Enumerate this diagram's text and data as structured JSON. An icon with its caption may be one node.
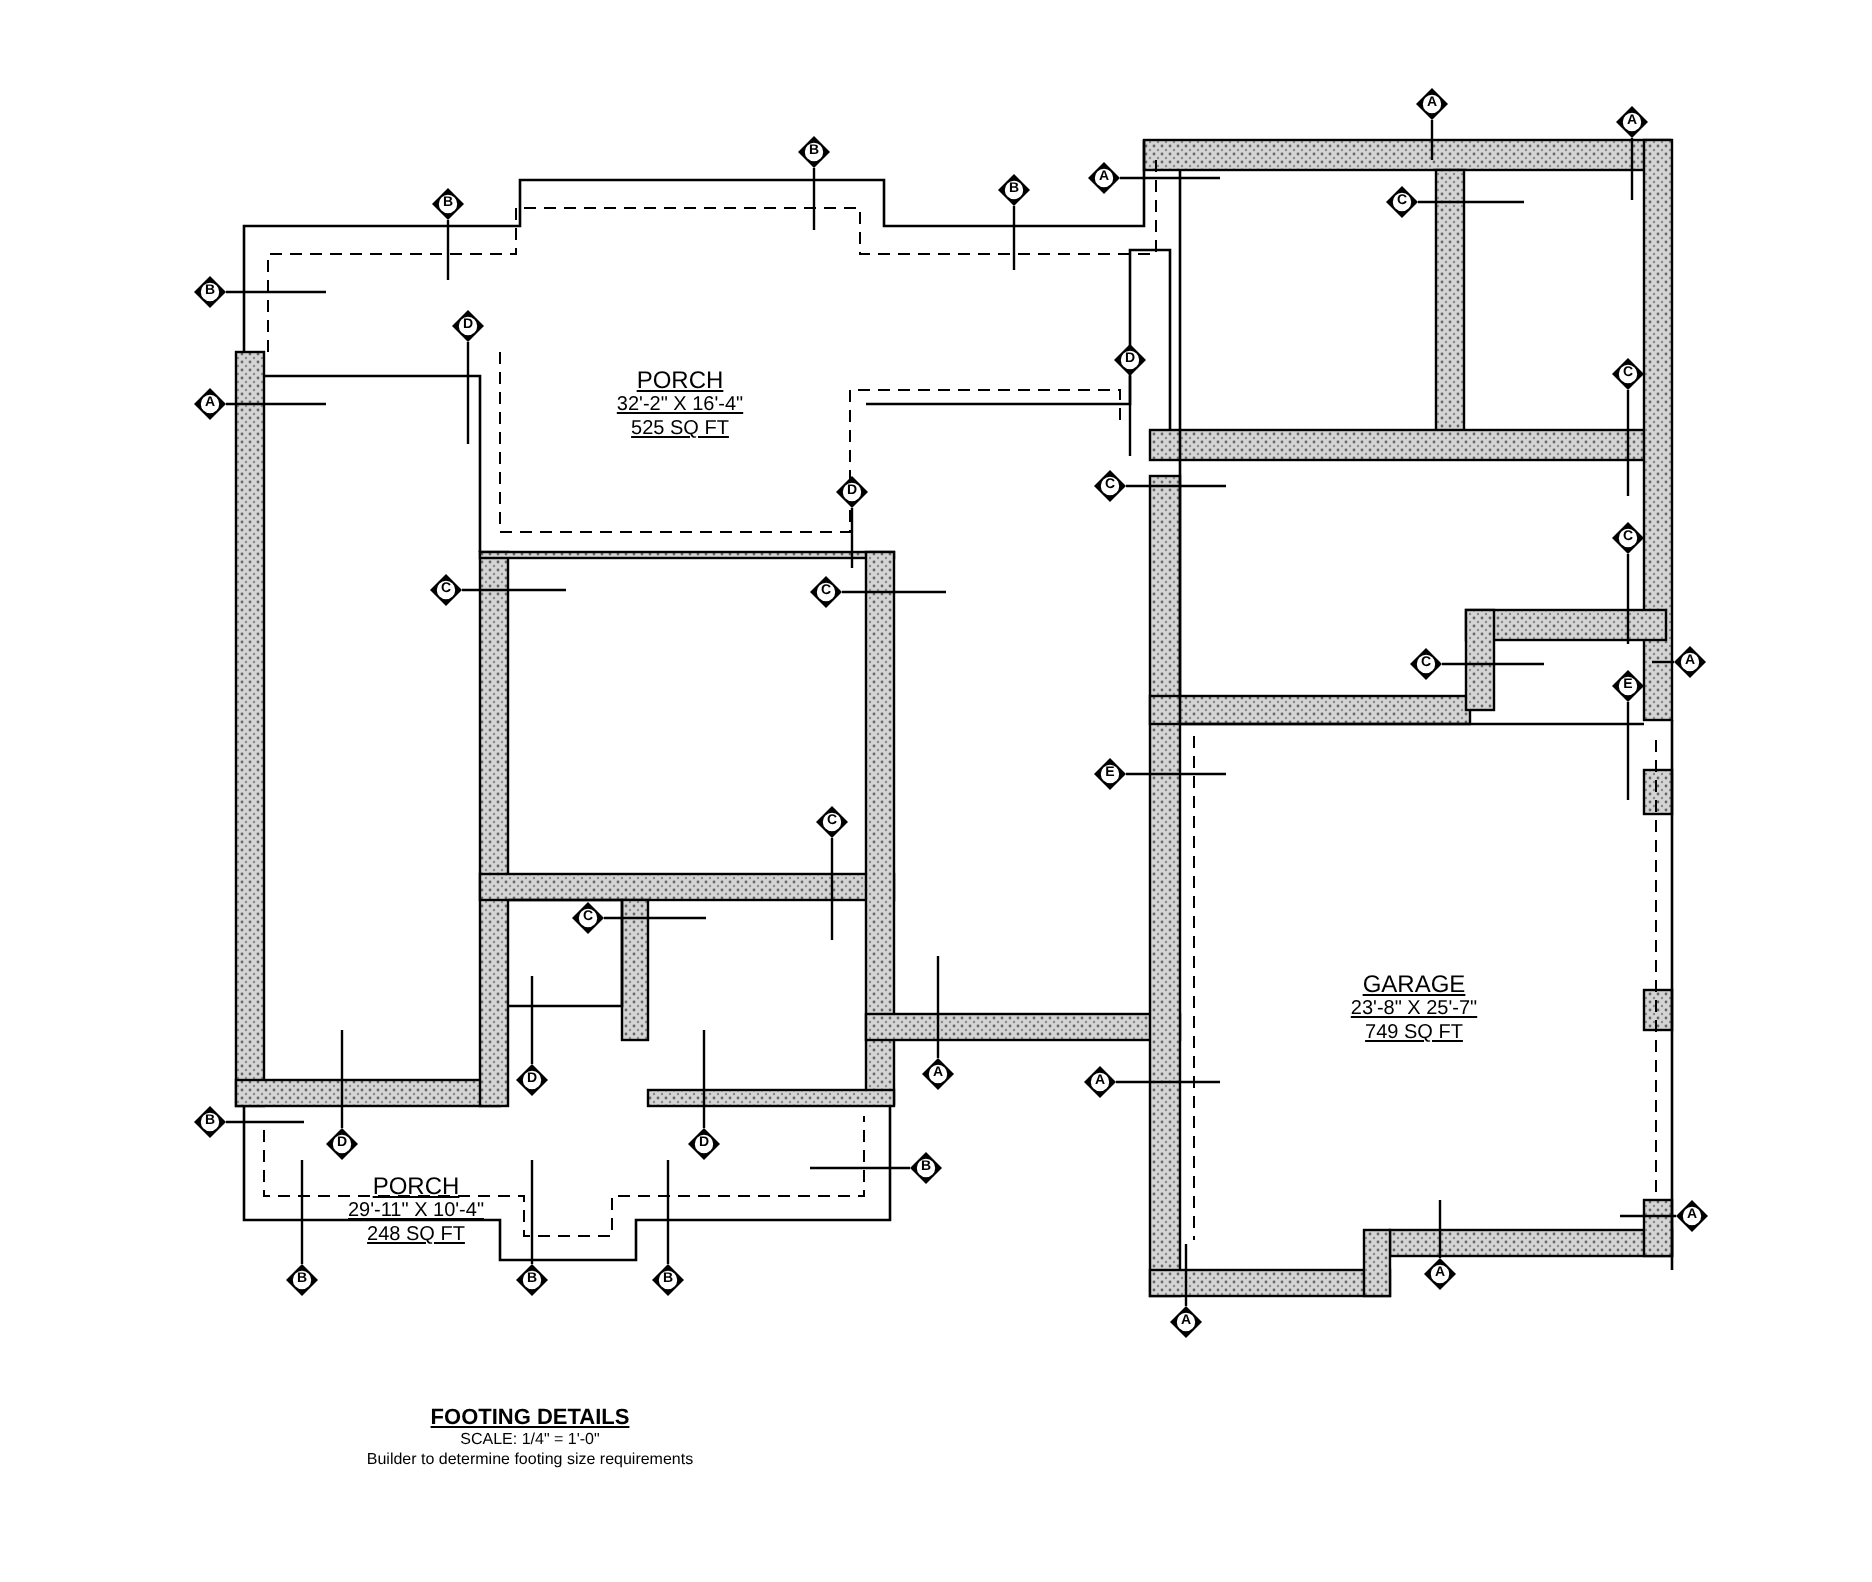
{
  "diagram": {
    "title": "FOOTING DETAILS",
    "nodes": [
      {
        "text": [
          "PORCH",
          "32'-2\" X 16'-4\"",
          "525 SQ FT"
        ]
      },
      {
        "text": [
          "PORCH",
          "29'-11\" X 10'-4\"",
          "248 SQ FT"
        ]
      },
      {
        "text": [
          "GARAGE",
          "23'-8\" X 25'-7\"",
          "749 SQ FT"
        ]
      },
      {
        "text": [
          "A"
        ]
      },
      {
        "text": [
          "B"
        ]
      },
      {
        "text": [
          "B"
        ]
      },
      {
        "text": [
          "A"
        ]
      },
      {
        "text": [
          "C"
        ]
      },
      {
        "text": [
          "A"
        ]
      },
      {
        "text": [
          "B"
        ]
      },
      {
        "text": [
          "B"
        ]
      },
      {
        "text": [
          "A"
        ]
      },
      {
        "text": [
          "D"
        ]
      },
      {
        "text": [
          "D"
        ]
      },
      {
        "text": [
          "C"
        ]
      },
      {
        "text": [
          "C"
        ]
      },
      {
        "text": [
          "D"
        ]
      },
      {
        "text": [
          "C"
        ]
      },
      {
        "text": [
          "C"
        ]
      },
      {
        "text": [
          "C"
        ]
      },
      {
        "text": [
          "C"
        ]
      },
      {
        "text": [
          "A"
        ]
      },
      {
        "text": [
          "E"
        ]
      },
      {
        "text": [
          "E"
        ]
      },
      {
        "text": [
          "C"
        ]
      },
      {
        "text": [
          "C"
        ]
      },
      {
        "text": [
          "A"
        ]
      },
      {
        "text": [
          "D"
        ]
      },
      {
        "text": [
          "A"
        ]
      },
      {
        "text": [
          "B"
        ]
      },
      {
        "text": [
          "D"
        ]
      },
      {
        "text": [
          "D"
        ]
      },
      {
        "text": [
          "B"
        ]
      },
      {
        "text": [
          "A"
        ]
      },
      {
        "text": [
          "B"
        ]
      },
      {
        "text": [
          "B"
        ]
      },
      {
        "text": [
          "B"
        ]
      },
      {
        "text": [
          "A"
        ]
      },
      {
        "text": [
          "A"
        ]
      }
    ],
    "edges": [
      {
        "from": 3,
        "to": null,
        "arrow": "none"
      },
      {
        "from": 4,
        "to": null,
        "arrow": "none"
      },
      {
        "from": 5,
        "to": null,
        "arrow": "none"
      },
      {
        "from": 6,
        "to": null,
        "arrow": "none"
      },
      {
        "from": 7,
        "to": null,
        "arrow": "none"
      },
      {
        "from": 8,
        "to": null,
        "arrow": "none"
      },
      {
        "from": 9,
        "to": null,
        "arrow": "none"
      },
      {
        "from": 10,
        "to": null,
        "arrow": "none"
      },
      {
        "from": 11,
        "to": null,
        "arrow": "none"
      },
      {
        "from": 12,
        "to": null,
        "arrow": "none"
      },
      {
        "from": 13,
        "to": null,
        "arrow": "none"
      },
      {
        "from": 14,
        "to": null,
        "arrow": "none"
      },
      {
        "from": 15,
        "to": null,
        "arrow": "none"
      },
      {
        "from": 16,
        "to": null,
        "arrow": "none"
      },
      {
        "from": 17,
        "to": null,
        "arrow": "none"
      },
      {
        "from": 18,
        "to": null,
        "arrow": "none"
      },
      {
        "from": 19,
        "to": null,
        "arrow": "none"
      },
      {
        "from": 20,
        "to": null,
        "arrow": "none"
      },
      {
        "from": 21,
        "to": null,
        "arrow": "none"
      },
      {
        "from": 22,
        "to": null,
        "arrow": "none"
      },
      {
        "from": 23,
        "to": null,
        "arrow": "none"
      },
      {
        "from": 24,
        "to": null,
        "arrow": "none"
      },
      {
        "from": 25,
        "to": null,
        "arrow": "none"
      },
      {
        "from": 26,
        "to": null,
        "arrow": "none"
      },
      {
        "from": 27,
        "to": null,
        "arrow": "none"
      },
      {
        "from": 28,
        "to": null,
        "arrow": "none"
      },
      {
        "from": 29,
        "to": null,
        "arrow": "none"
      },
      {
        "from": 30,
        "to": null,
        "arrow": "none"
      },
      {
        "from": 31,
        "to": null,
        "arrow": "none"
      },
      {
        "from": 32,
        "to": null,
        "arrow": "none"
      },
      {
        "from": 33,
        "to": null,
        "arrow": "none"
      },
      {
        "from": 34,
        "to": null,
        "arrow": "none"
      },
      {
        "from": 35,
        "to": null,
        "arrow": "none"
      },
      {
        "from": 36,
        "to": null,
        "arrow": "none"
      },
      {
        "from": 37,
        "to": null,
        "arrow": "none"
      },
      {
        "from": 38,
        "to": null,
        "arrow": "none"
      }
    ],
    "labels": [
      "SCALE: 1/4\" = 1'-0\"",
      "Builder to determine footing size requirements"
    ]
  }
}
